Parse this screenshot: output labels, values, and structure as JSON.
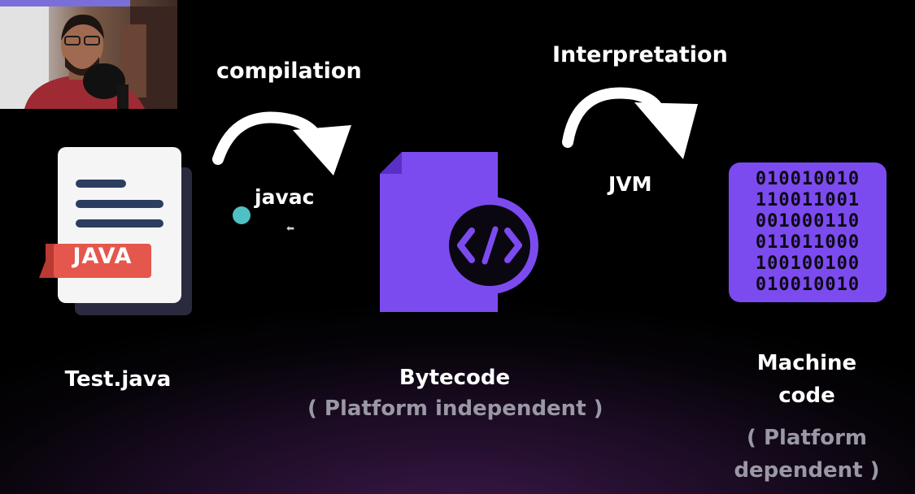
{
  "labels": {
    "compilation": "compilation",
    "javac": "javac",
    "interpretation": "Interpretation",
    "jvm": "JVM"
  },
  "nodes": {
    "source": {
      "name": "Test.java",
      "badge": "JAVA"
    },
    "bytecode": {
      "name": "Bytecode",
      "note": "( Platform independent )"
    },
    "machine": {
      "name_line1": "Machine",
      "name_line2": "code",
      "note_line1": "( Platform",
      "note_line2": "dependent )"
    }
  },
  "binary_rows": [
    "010010010",
    "110011001",
    "001000110",
    "011011000",
    "100100100",
    "010010010"
  ],
  "colors": {
    "accent": "#7c4bef",
    "badge": "#e5564c",
    "dot": "#4fc1c4"
  }
}
